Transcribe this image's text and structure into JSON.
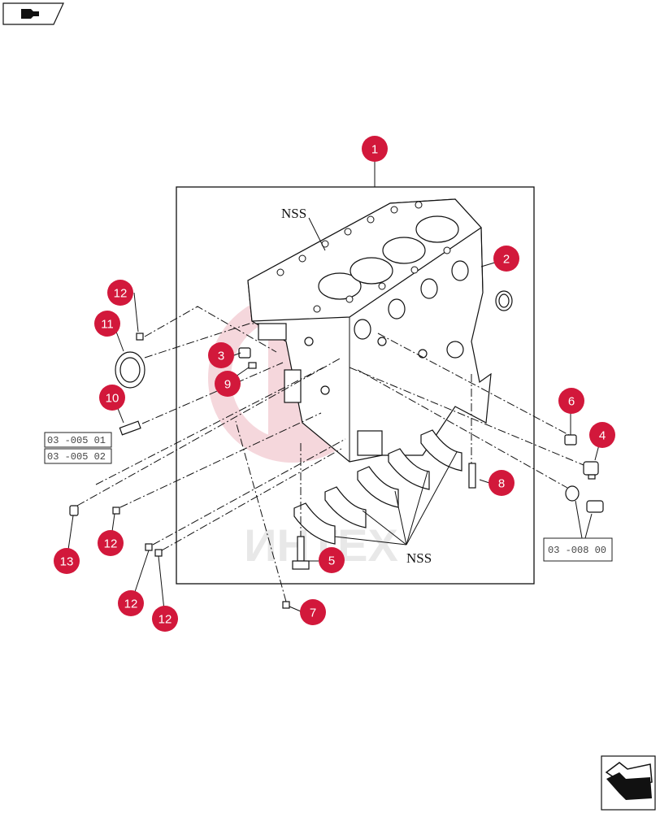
{
  "labels": {
    "nss_top": "NSS",
    "nss_bottom": "NSS"
  },
  "callouts": [
    {
      "id": "c1",
      "num": "1"
    },
    {
      "id": "c2",
      "num": "2"
    },
    {
      "id": "c3",
      "num": "3"
    },
    {
      "id": "c4",
      "num": "4"
    },
    {
      "id": "c5",
      "num": "5"
    },
    {
      "id": "c6",
      "num": "6"
    },
    {
      "id": "c7",
      "num": "7"
    },
    {
      "id": "c8",
      "num": "8"
    },
    {
      "id": "c9",
      "num": "9"
    },
    {
      "id": "c10",
      "num": "10"
    },
    {
      "id": "c11",
      "num": "11"
    },
    {
      "id": "c12a",
      "num": "12"
    },
    {
      "id": "c12b",
      "num": "12"
    },
    {
      "id": "c12c",
      "num": "12"
    },
    {
      "id": "c12d",
      "num": "12"
    },
    {
      "id": "c13",
      "num": "13"
    }
  ],
  "refs": {
    "ref1": "03 -005 01",
    "ref2": "03 -005 02",
    "ref3": "03 -008 00"
  },
  "watermark": "ИНТЕХ",
  "colors": {
    "callout": "#d2183b",
    "watermark": "#c8102e"
  }
}
